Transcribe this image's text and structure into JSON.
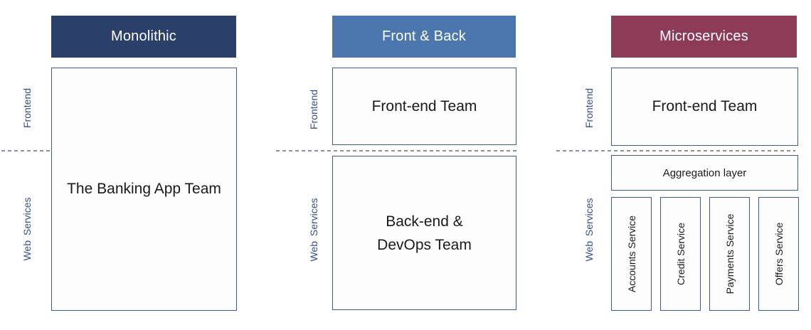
{
  "colors": {
    "monolithic_header_bg": "#2B3F6B",
    "front_back_header_bg": "#4C77AE",
    "microservices_header_bg": "#8D3B57",
    "header_text": "#FFFFFF",
    "row_label_text": "#34508E",
    "box_border": "#3D5A96",
    "box_fill": "#FDFDFD",
    "dashed_divider": "#8A90A0",
    "body_text": "#1A1A1A"
  },
  "row_labels": {
    "frontend": "Frontend",
    "web_services": "Web Services"
  },
  "monolithic": {
    "header": "Monolithic",
    "team_box": "The Banking App Team"
  },
  "front_back": {
    "header": "Front & Back",
    "frontend_box": "Front-end Team",
    "backend_box_line1": "Back-end &",
    "backend_box_line2": "DevOps Team"
  },
  "microservices": {
    "header": "Microservices",
    "frontend_box": "Front-end Team",
    "aggregation_box": "Aggregation layer",
    "services": [
      "Accounts Service",
      "Credit Service",
      "Payments Service",
      "Offers Service"
    ]
  }
}
